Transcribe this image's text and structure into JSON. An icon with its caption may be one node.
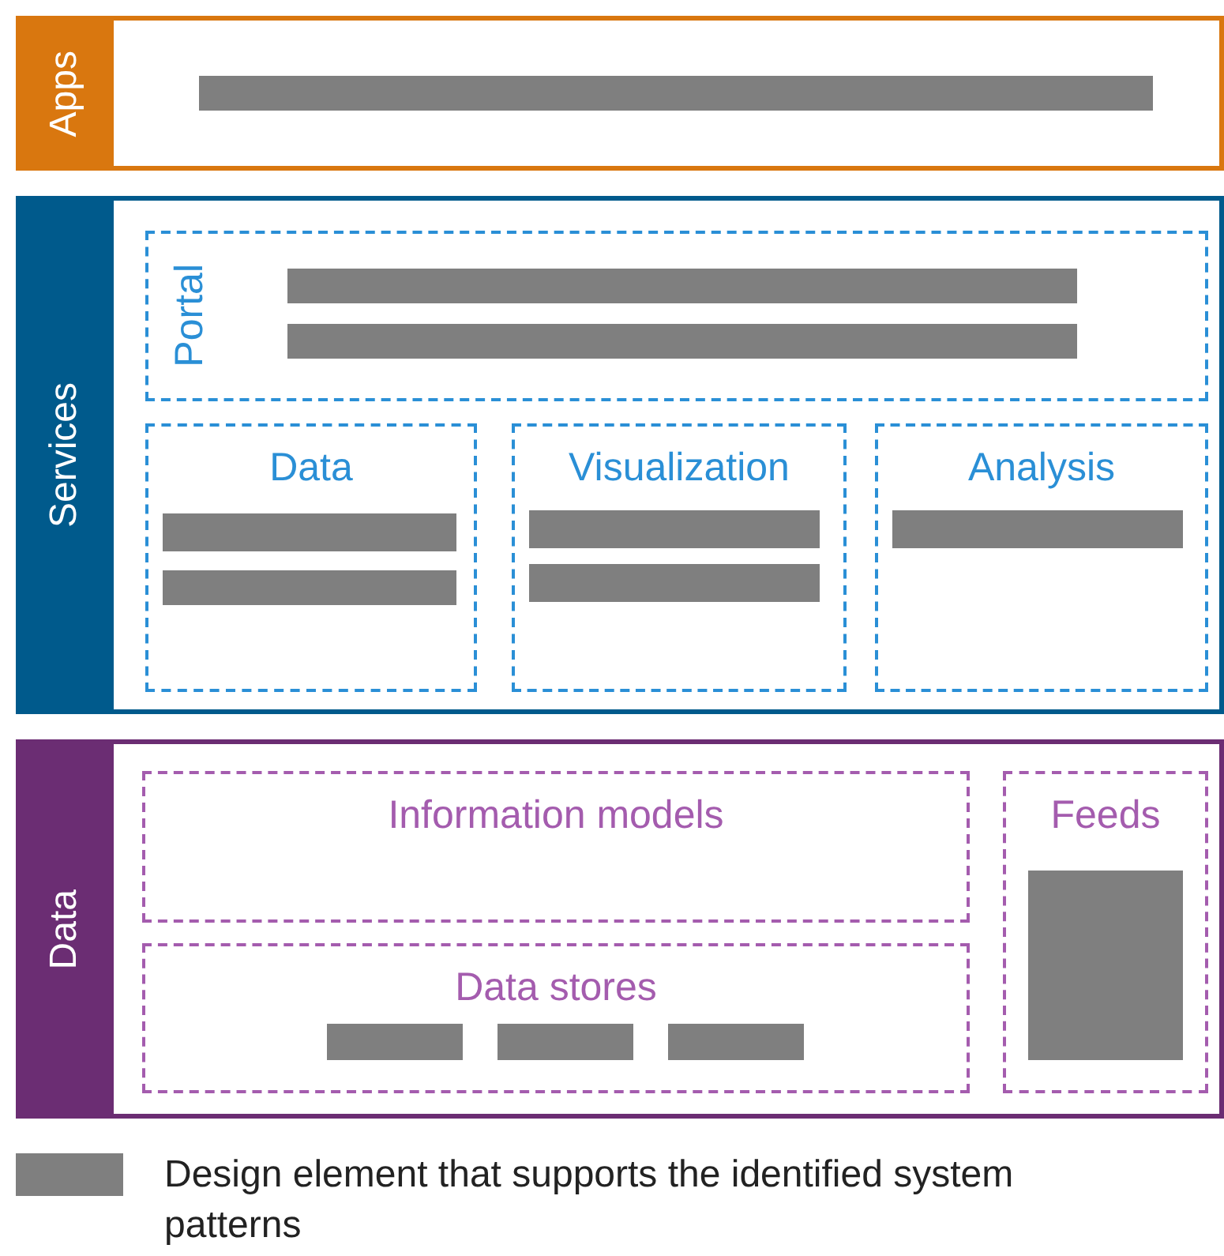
{
  "diagram": {
    "nodes": [
      {
        "text": [
          "Apps"
        ]
      },
      {
        "text": [],
        "shape": "bar",
        "in": 0
      },
      {
        "text": [
          "Services"
        ]
      },
      {
        "text": [
          "Portal"
        ],
        "in": 2
      },
      {
        "text": [],
        "shape": "bar",
        "in": 3
      },
      {
        "text": [],
        "shape": "bar",
        "in": 3
      },
      {
        "text": [
          "Data"
        ],
        "in": 2
      },
      {
        "text": [],
        "shape": "bar",
        "in": 6
      },
      {
        "text": [],
        "shape": "bar",
        "in": 6
      },
      {
        "text": [
          "Visualization"
        ],
        "in": 2
      },
      {
        "text": [],
        "shape": "bar",
        "in": 9
      },
      {
        "text": [],
        "shape": "bar",
        "in": 9
      },
      {
        "text": [
          "Analysis"
        ],
        "in": 2
      },
      {
        "text": [],
        "shape": "bar",
        "in": 12
      },
      {
        "text": [
          "Data"
        ]
      },
      {
        "text": [
          "Information models"
        ],
        "in": 14
      },
      {
        "text": [
          "Data stores"
        ],
        "in": 14
      },
      {
        "text": [],
        "shape": "bar",
        "in": 16
      },
      {
        "text": [],
        "shape": "bar",
        "in": 16
      },
      {
        "text": [],
        "shape": "bar",
        "in": 16
      },
      {
        "text": [
          "Feeds"
        ],
        "in": 14
      },
      {
        "text": [],
        "shape": "bar",
        "in": 20
      }
    ],
    "legend": [
      {
        "text": "Design element that supports the identified system patterns",
        "color": "#7f7f7f"
      }
    ]
  }
}
